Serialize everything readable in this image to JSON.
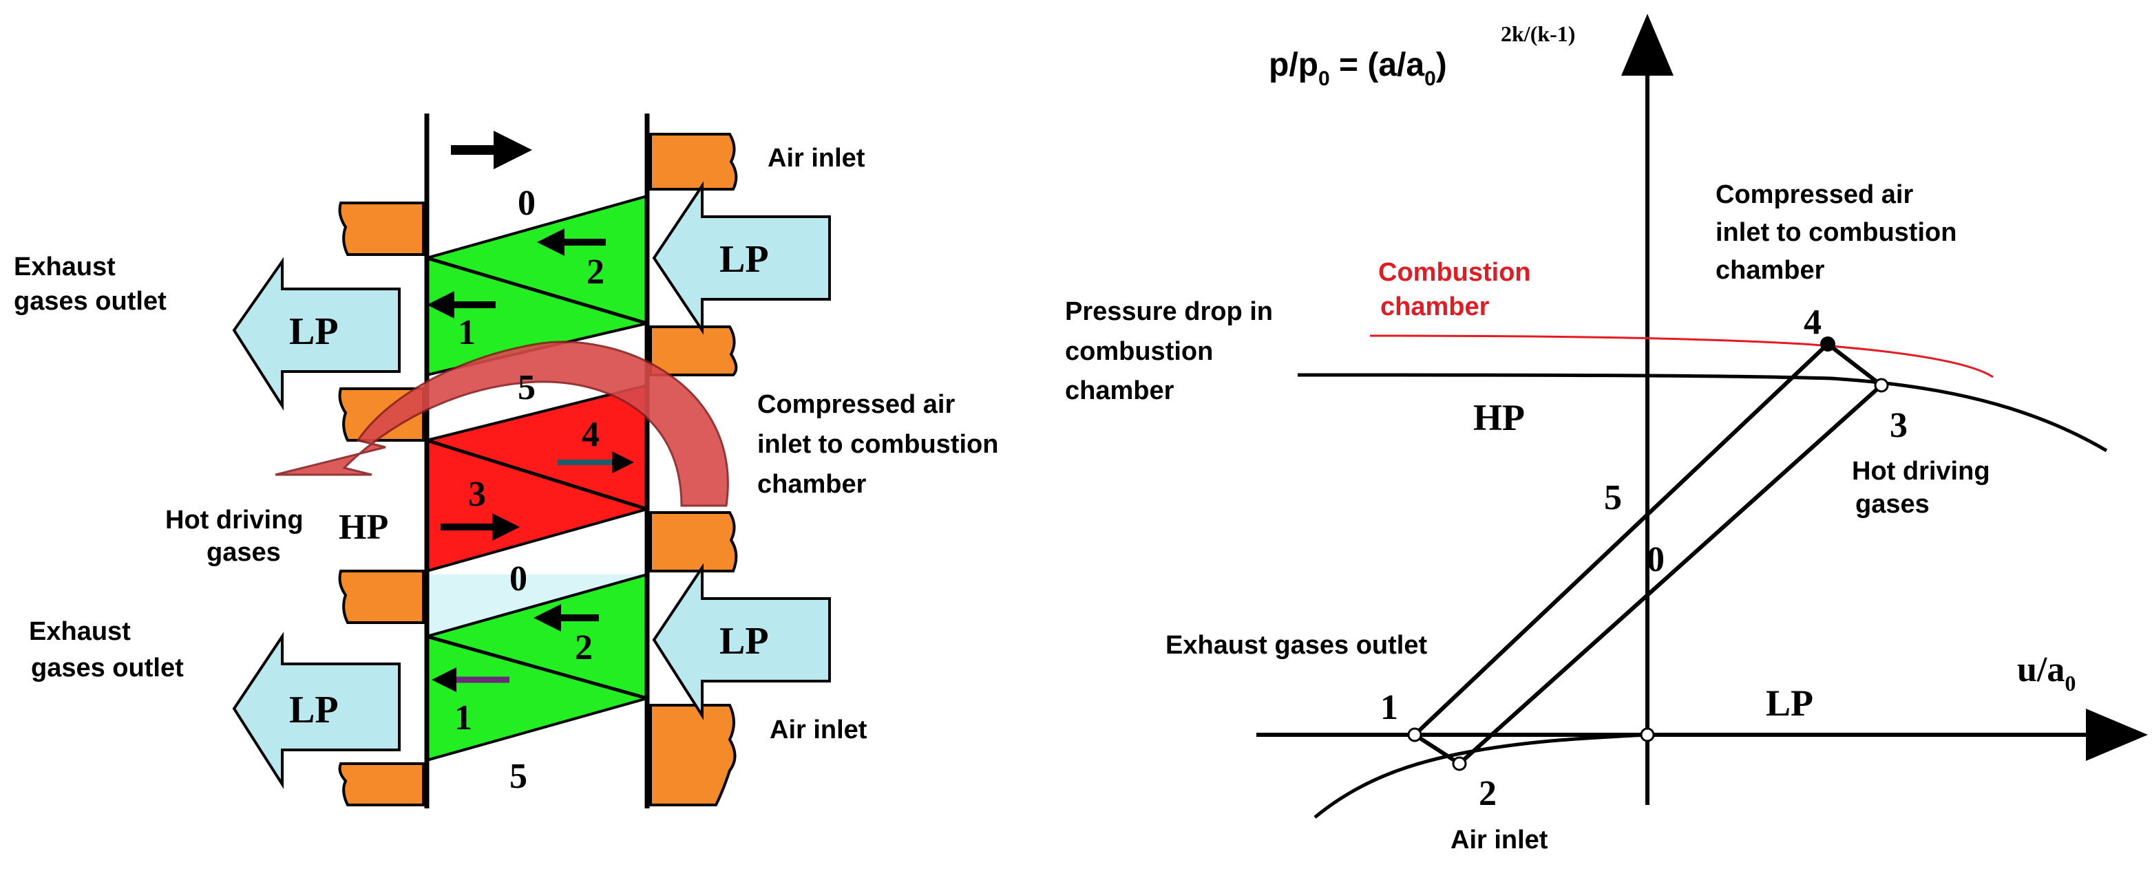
{
  "left": {
    "labels": {
      "air_inlet_top": "Air inlet",
      "air_inlet_bottom": "Air inlet",
      "exhaust_top_line1": "Exhaust",
      "exhaust_top_line2": "gases outlet",
      "exhaust_bottom_line1": "Exhaust",
      "exhaust_bottom_line2": "gases outlet",
      "compressed_line1": "Compressed air",
      "compressed_line2": "inlet to combustion",
      "compressed_line3": "chamber",
      "hot_line1": "Hot driving",
      "hot_line2": "gases",
      "hp": "HP"
    },
    "arrow_labels": {
      "lp_left_top": "LP",
      "lp_left_bottom": "LP",
      "lp_right_top": "LP",
      "lp_right_bottom": "LP"
    },
    "zones": {
      "z0_top": "0",
      "z2_top": "2",
      "z1_top": "1",
      "z5_mid": "5",
      "z4": "4",
      "z3": "3",
      "z0_mid": "0",
      "z2_bottom": "2",
      "z1_bottom": "1",
      "z5_bottom": "5"
    },
    "colors": {
      "green": "#22ee22",
      "red": "#ff1a1a",
      "cyan_light": "#d9f5f7",
      "arrow_fill": "#b9e8ef",
      "orange": "#f58a2a",
      "curved_arrow": "#d94a4a"
    }
  },
  "right": {
    "formula": {
      "lhs_p": "p/p",
      "lhs_sub": "0",
      "eq": " = (a/a",
      "rhs_sub": "0",
      "close": ")",
      "exponent": "2k/(k-1)"
    },
    "axis_x": {
      "label": "u/a",
      "sub": "0"
    },
    "labels": {
      "combustion_line1": "Combustion",
      "combustion_line2": "chamber",
      "pressure_drop_line1": "Pressure drop in",
      "pressure_drop_line2": "combustion",
      "pressure_drop_line3": "chamber",
      "compressed_line1": "Compressed air",
      "compressed_line2": "inlet to combustion",
      "compressed_line3": "chamber",
      "hot_line1": "Hot driving",
      "hot_line2": "gases",
      "exhaust": "Exhaust gases outlet",
      "air_inlet": "Air inlet",
      "hp": "HP",
      "lp": "LP"
    },
    "points": {
      "p1": "1",
      "p2": "2",
      "p3": "3",
      "p4": "4",
      "p5": "5",
      "p0": "0"
    },
    "colors": {
      "combustion_curve": "#e31b23"
    }
  }
}
